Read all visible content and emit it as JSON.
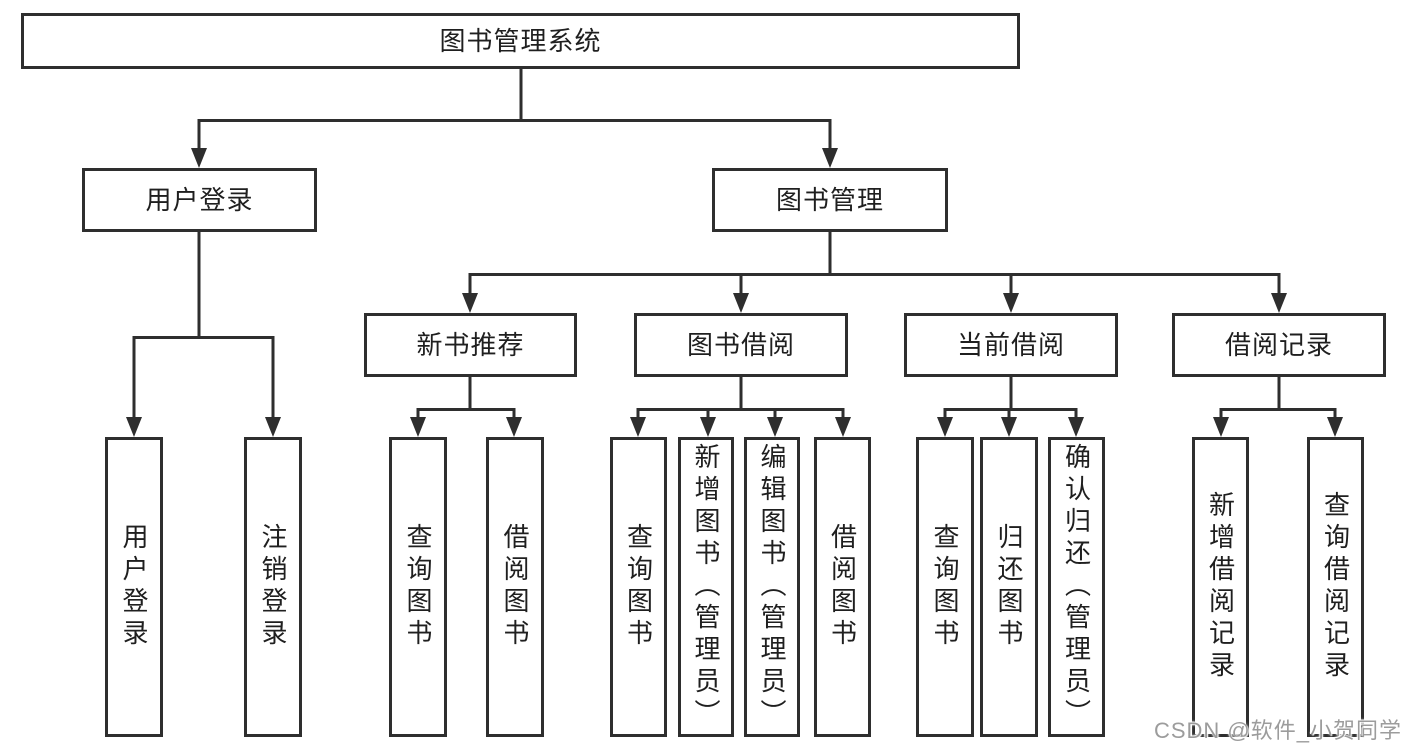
{
  "diagram_title": "图书管理系统",
  "nodes": {
    "root": "图书管理系统",
    "user_login_group": "用户登录",
    "book_management": "图书管理",
    "new_book_recommend": "新书推荐",
    "book_borrowing": "图书借阅",
    "current_borrowing": "当前借阅",
    "borrowing_records": "借阅记录",
    "user_login": "用户登录",
    "logout": "注销登录",
    "query_books_recommend": "查询图书",
    "borrow_books_recommend": "借阅图书",
    "query_books_borrowing": "查询图书",
    "add_books_admin": "新增图书（管理员）",
    "edit_books_admin": "编辑图书（管理员）",
    "borrow_books_borrowing": "借阅图书",
    "query_books_current": "查询图书",
    "return_books": "归还图书",
    "confirm_return_admin": "确认归还（管理员）",
    "add_borrow_record": "新增借阅记录",
    "query_borrow_record": "查询借阅记录"
  },
  "hierarchy": {
    "图书管理系统": [
      "用户登录",
      "图书管理"
    ],
    "用户登录": [
      "用户登录",
      "注销登录"
    ],
    "图书管理": [
      "新书推荐",
      "图书借阅",
      "当前借阅",
      "借阅记录"
    ],
    "新书推荐": [
      "查询图书",
      "借阅图书"
    ],
    "图书借阅": [
      "查询图书",
      "新增图书（管理员）",
      "编辑图书（管理员）",
      "借阅图书"
    ],
    "当前借阅": [
      "查询图书",
      "归还图书",
      "确认归还（管理员）"
    ],
    "借阅记录": [
      "新增借阅记录",
      "查询借阅记录"
    ]
  },
  "watermark": "CSDN @软件_小贺同学",
  "colors": {
    "line": "#2e2e2e",
    "text": "#1f1f1f",
    "watermark": "#9c9c9c",
    "background": "#ffffff"
  }
}
